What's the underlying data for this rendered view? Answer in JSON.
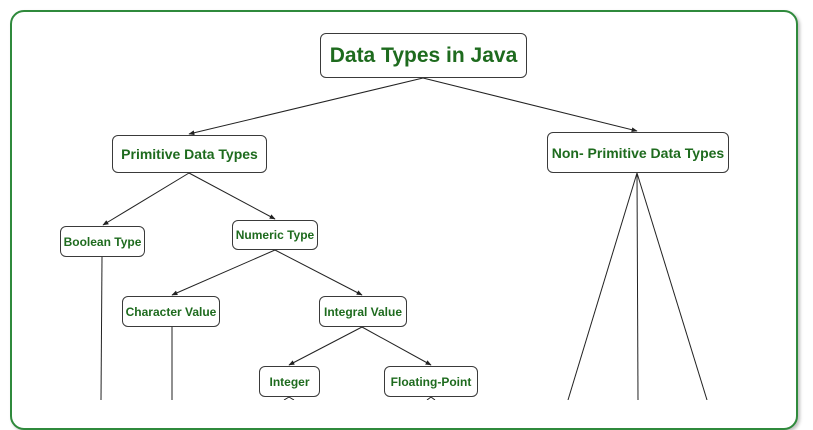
{
  "diagram": {
    "root": {
      "label": "Data Types in Java"
    },
    "primitive": {
      "label": "Primitive Data Types"
    },
    "non_primitive": {
      "label": "Non- Primitive Data Types"
    },
    "boolean": {
      "label": "Boolean Type"
    },
    "numeric": {
      "label": "Numeric Type"
    },
    "character": {
      "label": "Character Value"
    },
    "integral": {
      "label": "Integral Value"
    },
    "integer": {
      "label": "Integer"
    },
    "floating": {
      "label": "Floating-Point"
    }
  },
  "colors": {
    "border_green": "#2f8a3c",
    "text_green": "#1e6b1e",
    "edge": "#222222"
  }
}
